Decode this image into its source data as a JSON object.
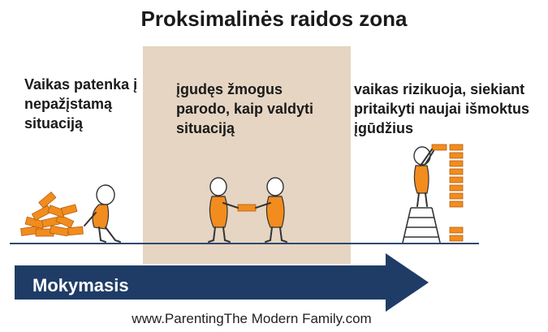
{
  "title": "Proksimalinės raidos zona",
  "captions": {
    "left": "Vaikas patenka į nepažįstamą situaciją",
    "middle": "įgudęs žmogus parodo, kaip valdyti situaciją",
    "right": "vaikas rizikuoja, siekiant pritaikyti naujai išmoktus įgūdžius"
  },
  "arrow_label": "Mokymasis",
  "website": "www.ParentingThe Modern Family.com",
  "colors": {
    "zone_band": "#e5d5c2",
    "arrow": "#1f3c66",
    "orange": "#f28c1e",
    "figure_outline": "#333333"
  }
}
